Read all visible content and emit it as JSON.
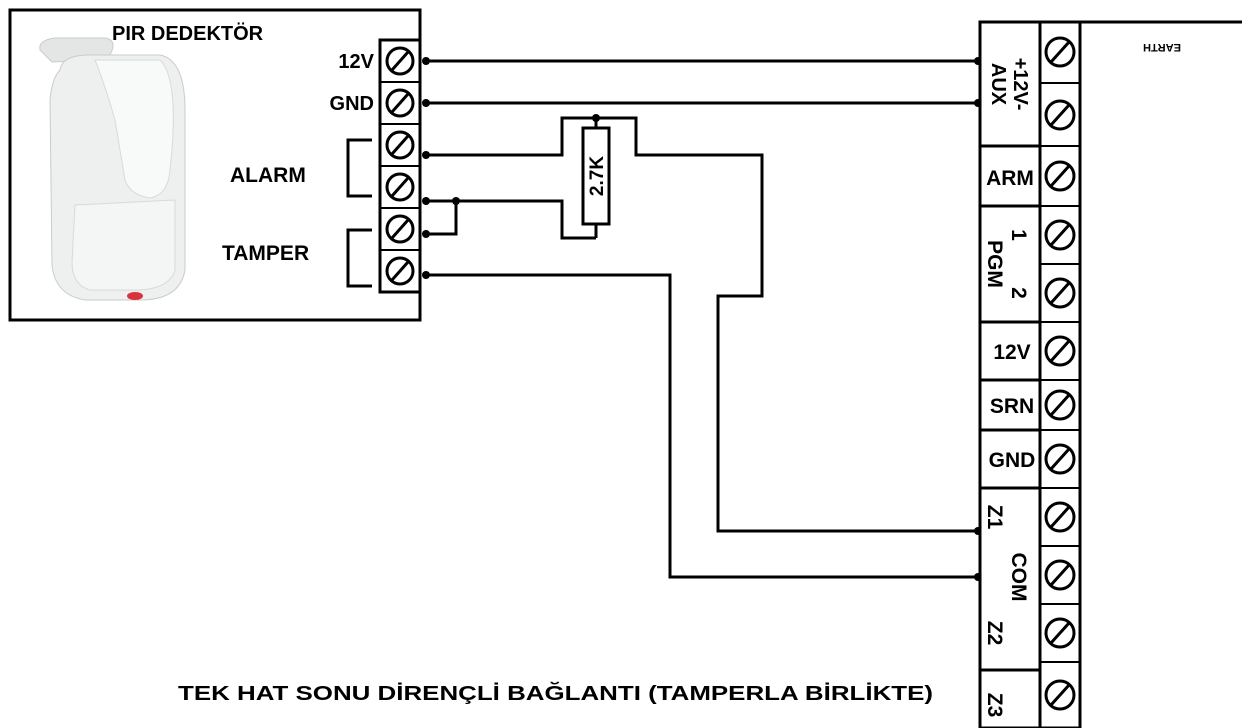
{
  "detector": {
    "title": "PIR DEDEKTÖR",
    "terminals": [
      "12V",
      "GND"
    ],
    "groups": [
      "ALARM",
      "TAMPER"
    ]
  },
  "resistor": {
    "value": "2.7K"
  },
  "panel": {
    "earth_label": "EARTH",
    "aux_line1": "+12V-",
    "aux_line2": "AUX",
    "arm": "ARM",
    "pgm": "PGM",
    "pgm1": "1",
    "pgm2": "2",
    "v12": "12V",
    "srn": "SRN",
    "gnd": "GND",
    "z1": "Z1",
    "com": "COM",
    "z2": "Z2",
    "z3": "Z3"
  },
  "caption": "TEK HAT SONU DİRENÇLİ BAĞLANTI (TAMPERLA BİRLİKTE)",
  "colors": {
    "ink": "#000000",
    "paper": "#ffffff",
    "detector_body": "#eef0f0"
  }
}
